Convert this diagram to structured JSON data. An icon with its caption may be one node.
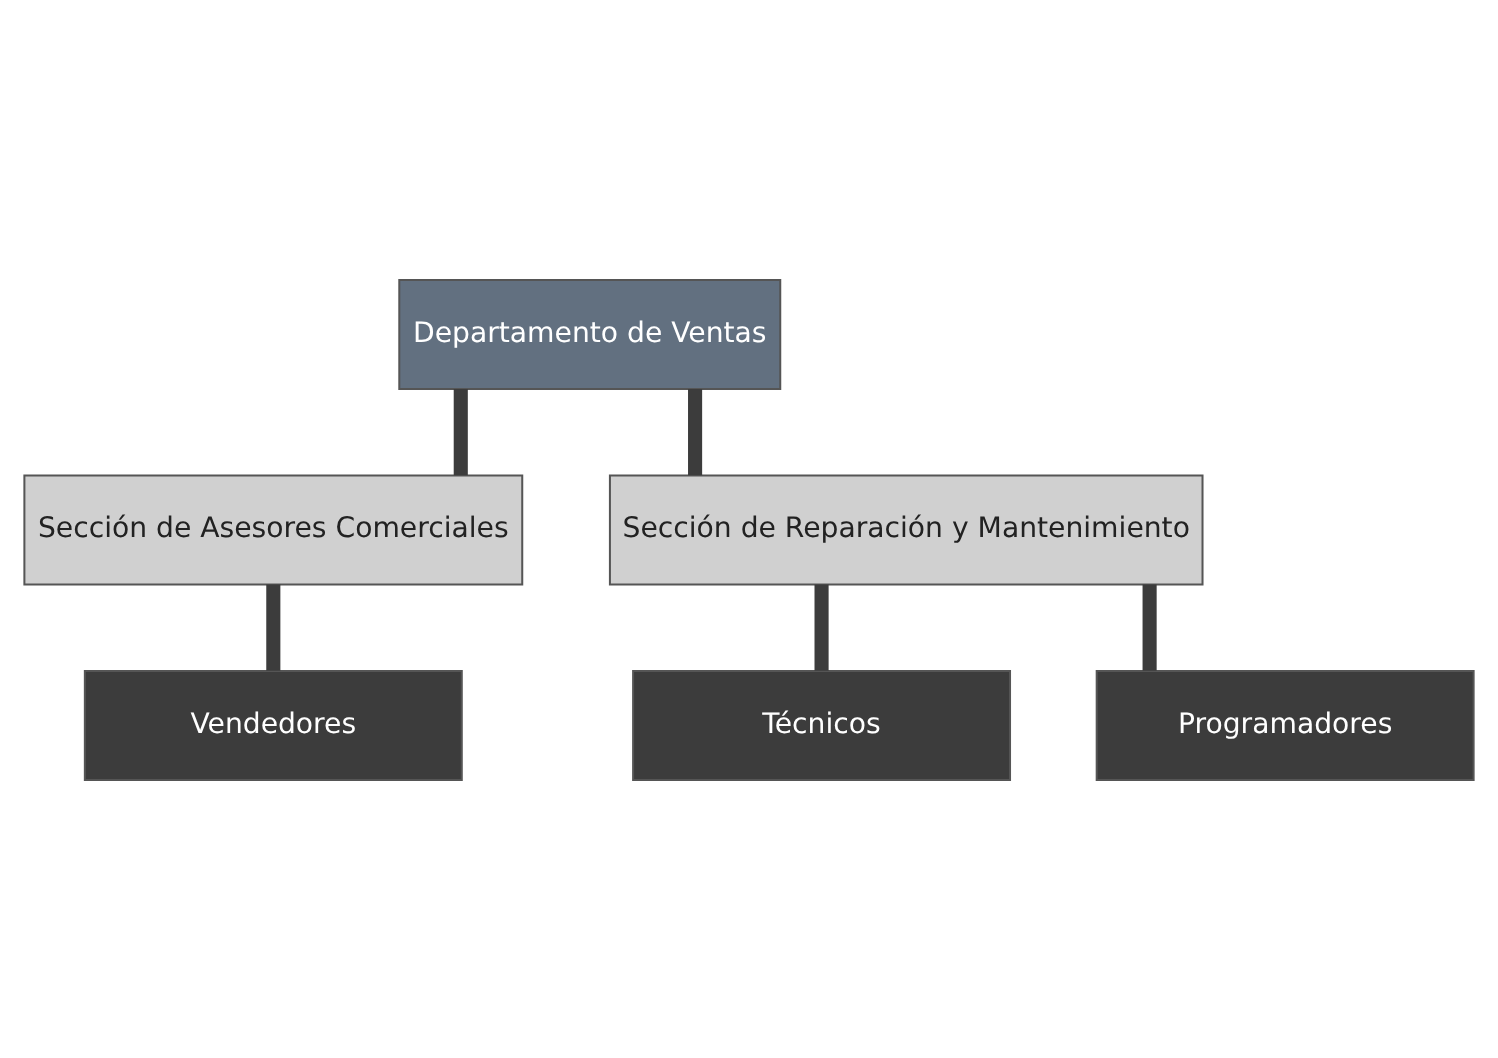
{
  "diagram": {
    "nodes": [
      {
        "text": [
          "Departamento de Ventas"
        ]
      },
      {
        "text": [
          "Sección de Asesores Comerciales"
        ]
      },
      {
        "text": [
          "Sección de Reparación y Mantenimiento"
        ]
      },
      {
        "text": [
          "Vendedores"
        ]
      },
      {
        "text": [
          "Técnicos"
        ]
      },
      {
        "text": [
          "Programadores"
        ]
      }
    ],
    "edges": [
      {
        "from": 0,
        "to": 1,
        "arrow": "none"
      },
      {
        "from": 0,
        "to": 2,
        "arrow": "none"
      },
      {
        "from": 1,
        "to": 3,
        "arrow": "none"
      },
      {
        "from": 2,
        "to": 4,
        "arrow": "none"
      },
      {
        "from": 2,
        "to": 5,
        "arrow": "none"
      }
    ]
  }
}
